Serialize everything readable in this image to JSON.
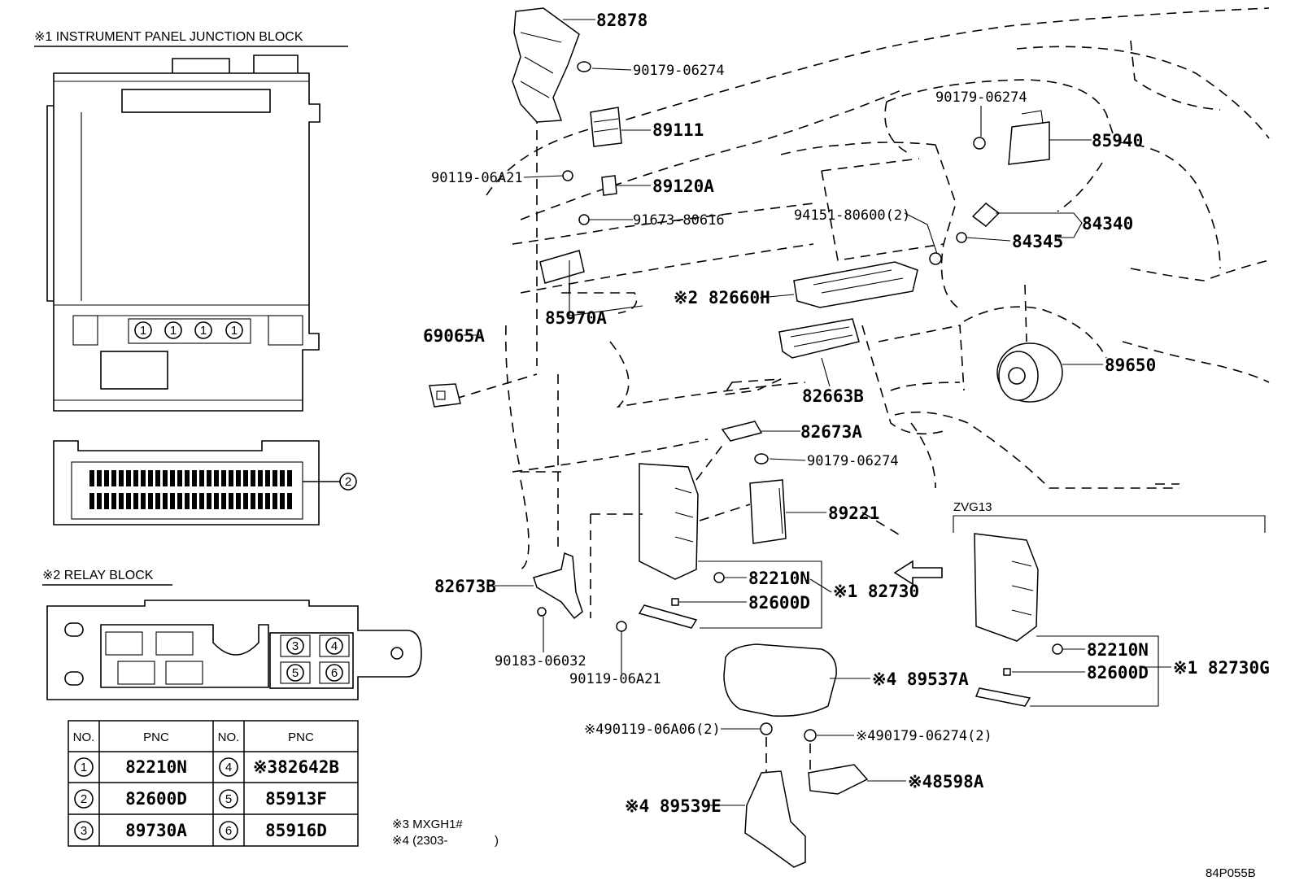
{
  "junction_block": {
    "title": "※1 INSTRUMENT PANEL JUNCTION BLOCK",
    "connector_markers": [
      "1",
      "1",
      "1",
      "1"
    ],
    "side_marker": "2"
  },
  "relay_block": {
    "title": "※2 RELAY BLOCK",
    "markers": [
      "3",
      "4",
      "5",
      "6"
    ]
  },
  "pnc_table": {
    "headers": [
      "NO.",
      "PNC",
      "NO.",
      "PNC"
    ],
    "rows": [
      {
        "no1": "1",
        "pnc1": "82210N",
        "no2": "4",
        "pnc2": "※382642B"
      },
      {
        "no1": "2",
        "pnc1": "82600D",
        "no2": "5",
        "pnc2": "85913F"
      },
      {
        "no1": "3",
        "pnc1": "89730A",
        "no2": "6",
        "pnc2": "85916D"
      }
    ]
  },
  "notes": {
    "note3": "※3 MXGH1#",
    "note4": "※4 (2303-",
    "note4_close": ")"
  },
  "variant": {
    "label": "ZVG13"
  },
  "drawing_id": "84P055B",
  "parts": {
    "p82878": "82878",
    "p90179a": "90179-06274",
    "p89111": "89111",
    "p90119a": "90119-06A21",
    "p89120a": "89120A",
    "p91673": "91673-80616",
    "p85970a": "85970A",
    "p69065a": "69065A",
    "p90179b": "90179-06274",
    "p85940": "85940",
    "p94151": "94151-80600(2)",
    "p84340": "84340",
    "p84345": "84345",
    "p82660h": "※2 82660H",
    "p82663b": "82663B",
    "p89650": "89650",
    "p82673a": "82673A",
    "p90179c": "90179-06274",
    "p89221": "89221",
    "p82673b": "82673B",
    "p82210n": "82210N",
    "p82600d": "82600D",
    "p82730": "※1 82730",
    "p90183": "90183-06032",
    "p90119b": "90119-06A21",
    "p89537a": "※4 89537A",
    "p90119c": "※490119-06A06(2)",
    "p90179d": "※490179-06274(2)",
    "p89539e": "※4 89539E",
    "p8598a": "※48598A",
    "z82210n": "82210N",
    "z82600d": "82600D",
    "z82730g": "※1 82730G"
  }
}
